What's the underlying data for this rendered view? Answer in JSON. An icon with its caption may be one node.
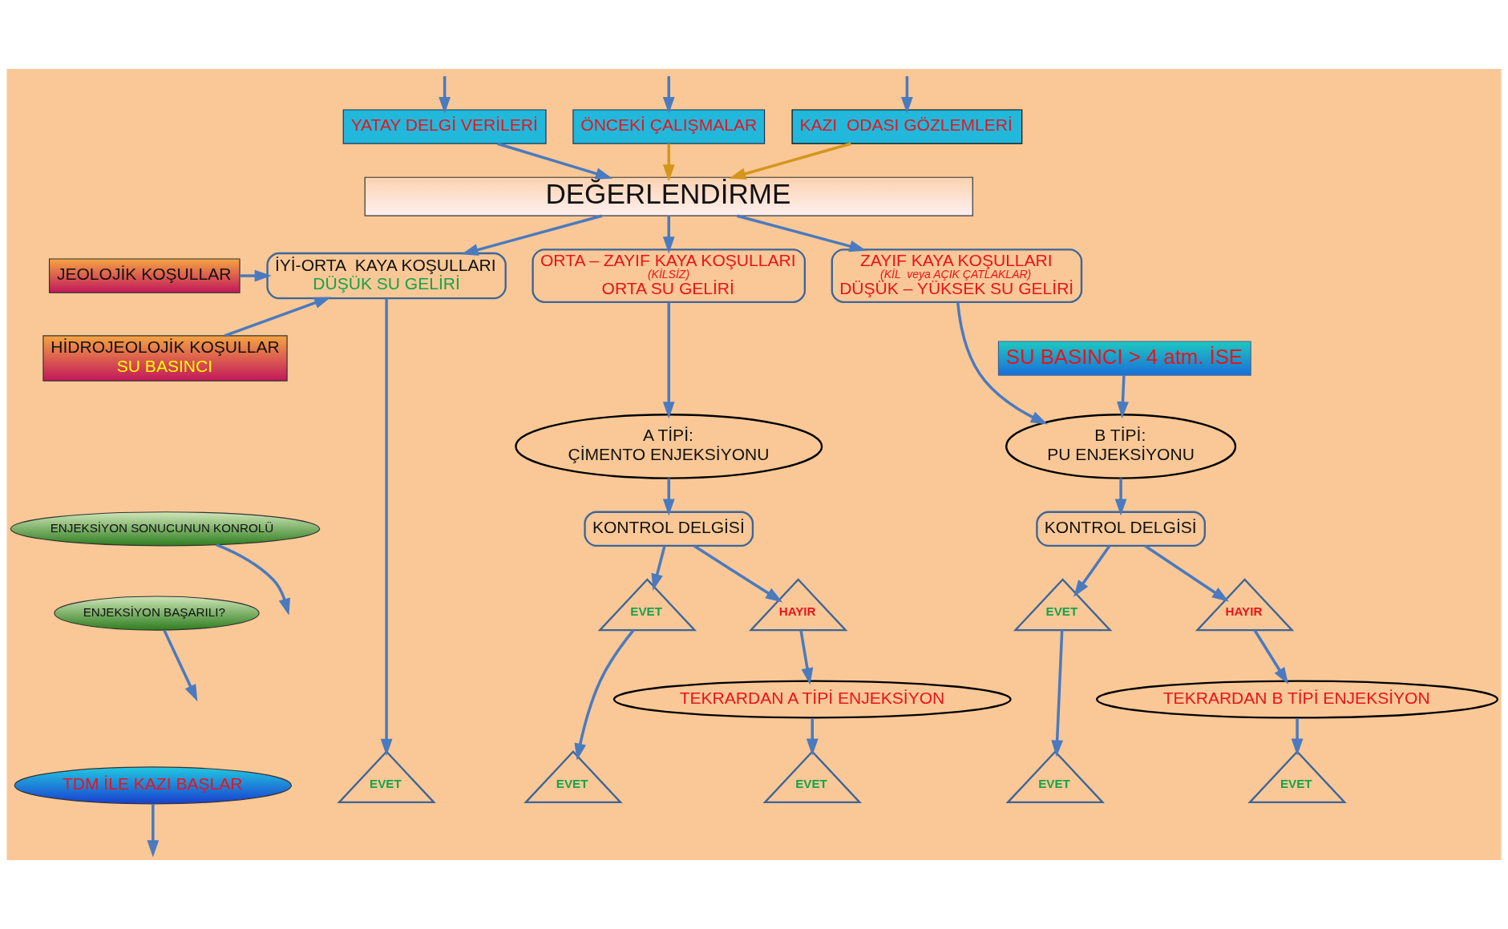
{
  "diagram": {
    "nodes": [
      {
        "text": [
          "YATAY DELGİ VERİLERİ"
        ]
      },
      {
        "text": [
          "ÖNCEKİ ÇALIŞMALAR"
        ]
      },
      {
        "text": [
          "KAZI  ODASI GÖZLEMLERİ"
        ]
      },
      {
        "text": [
          "DEĞERLENDİRME"
        ]
      },
      {
        "text": [
          "JEOLOJİK KOŞULLAR"
        ]
      },
      {
        "text": [
          "HİDROJEOLOJİK KOŞULLAR",
          "SU BASINCI"
        ]
      },
      {
        "text": [
          "İYİ-ORTA  KAYA KOŞULLARI",
          "DÜŞÜK SU GELİRİ"
        ]
      },
      {
        "text": [
          "ORTA – ZAYIF KAYA KOŞULLARI",
          "(KİLSİZ)",
          "ORTA SU GELİRİ"
        ]
      },
      {
        "text": [
          "ZAYIF KAYA KOŞULLARI",
          "(KİL  veya AÇIK ÇATLAKLAR)",
          "DÜŞÜK – YÜKSEK SU GELİRİ"
        ]
      },
      {
        "text": [
          "SU BASINCI > 4 atm. İSE"
        ]
      },
      {
        "text": [
          "A TİPİ:",
          "ÇİMENTO ENJEKSİYONU"
        ]
      },
      {
        "text": [
          "B TİPİ:",
          "PU ENJEKSİYONU"
        ]
      },
      {
        "text": [
          "ENJEKSİYON SONUCUNUN KONROLÜ"
        ]
      },
      {
        "text": [
          "ENJEKSİYON BAŞARILI?"
        ]
      },
      {
        "text": [
          "KONTROL DELGİSİ"
        ]
      },
      {
        "text": [
          "KONTROL DELGİSİ"
        ]
      },
      {
        "text": [
          "EVET"
        ]
      },
      {
        "text": [
          "HAYIR"
        ]
      },
      {
        "text": [
          "EVET"
        ]
      },
      {
        "text": [
          "HAYIR"
        ]
      },
      {
        "text": [
          "TEKRARDAN A TİPİ ENJEKSİYON"
        ]
      },
      {
        "text": [
          "TEKRARDAN B TİPİ ENJEKSİYON"
        ]
      },
      {
        "text": [
          "TDM İLE KAZI BAŞLAR"
        ]
      },
      {
        "text": [
          "EVET"
        ]
      },
      {
        "text": [
          "EVET"
        ]
      },
      {
        "text": [
          "EVET"
        ]
      },
      {
        "text": [
          "EVET"
        ]
      },
      {
        "text": [
          "EVET"
        ]
      }
    ],
    "edges": [
      {
        "from": null,
        "to": 0,
        "arrow": "to"
      },
      {
        "from": null,
        "to": 1,
        "arrow": "to"
      },
      {
        "from": null,
        "to": 2,
        "arrow": "to"
      },
      {
        "from": 0,
        "to": 3,
        "arrow": "to"
      },
      {
        "from": 1,
        "to": 3,
        "arrow": "to",
        "color": "#d4961c"
      },
      {
        "from": 2,
        "to": 3,
        "arrow": "to",
        "color": "#d4961c"
      },
      {
        "from": 3,
        "to": 6,
        "arrow": "to"
      },
      {
        "from": 3,
        "to": 7,
        "arrow": "to"
      },
      {
        "from": 3,
        "to": 8,
        "arrow": "to"
      },
      {
        "from": 4,
        "to": 6,
        "arrow": "to"
      },
      {
        "from": 5,
        "to": 6,
        "arrow": "to"
      },
      {
        "from": 7,
        "to": 10,
        "arrow": "to"
      },
      {
        "from": 8,
        "to": 11,
        "arrow": "to"
      },
      {
        "from": 9,
        "to": 11,
        "arrow": "to"
      },
      {
        "from": 10,
        "to": 14,
        "arrow": "to"
      },
      {
        "from": 11,
        "to": 15,
        "arrow": "to"
      },
      {
        "from": 12,
        "to": null,
        "arrow": "to"
      },
      {
        "from": 14,
        "to": 16,
        "arrow": "to"
      },
      {
        "from": 14,
        "to": 17,
        "arrow": "to"
      },
      {
        "from": 15,
        "to": 18,
        "arrow": "to"
      },
      {
        "from": 15,
        "to": 19,
        "arrow": "to"
      },
      {
        "from": 13,
        "to": null,
        "arrow": "to"
      },
      {
        "from": 17,
        "to": 20,
        "arrow": "to"
      },
      {
        "from": 19,
        "to": 21,
        "arrow": "to"
      },
      {
        "from": 6,
        "to": 23,
        "arrow": "to"
      },
      {
        "from": 16,
        "to": 24,
        "arrow": "to"
      },
      {
        "from": 20,
        "to": 25,
        "arrow": "to"
      },
      {
        "from": 18,
        "to": 26,
        "arrow": "to"
      },
      {
        "from": 21,
        "to": 27,
        "arrow": "to"
      },
      {
        "from": 22,
        "to": null,
        "arrow": "to"
      }
    ]
  }
}
